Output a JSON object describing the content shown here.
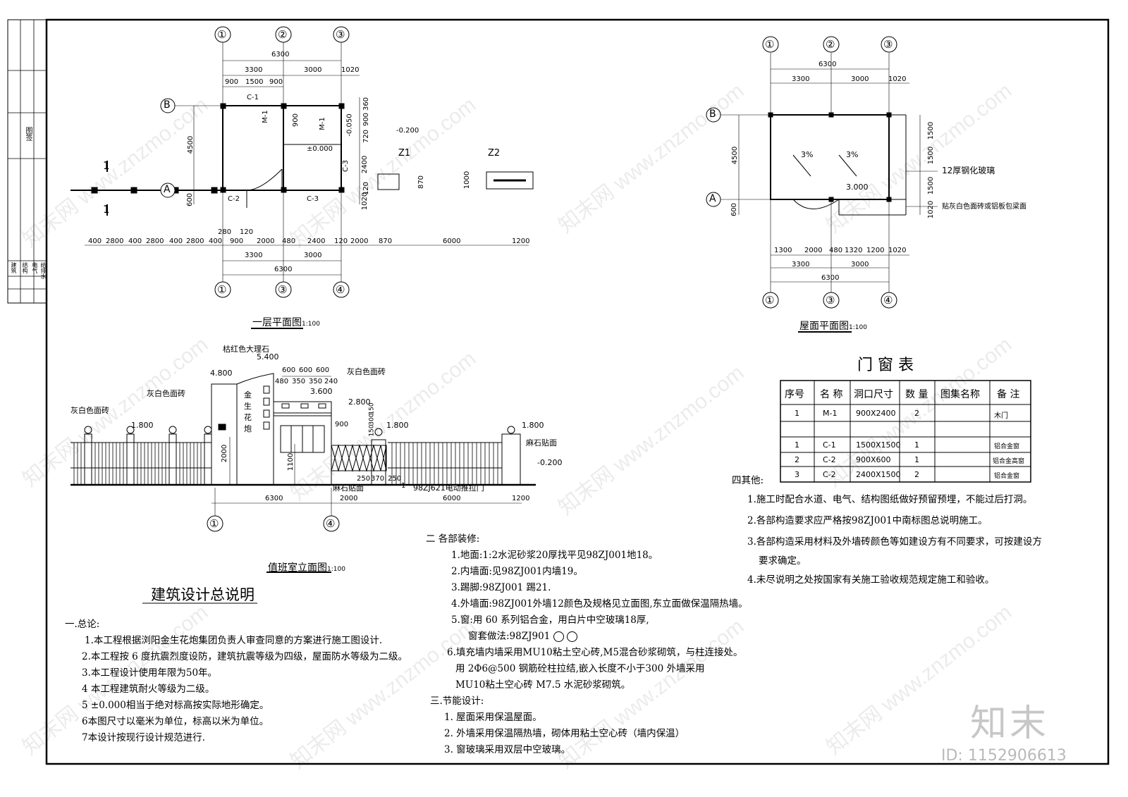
{
  "sidebar": {
    "top_label": "图签",
    "disciplines": [
      "建筑",
      "结构",
      "电气",
      "给排水"
    ]
  },
  "floor_plan": {
    "title": "一层平面图",
    "scale": "1:100",
    "axes_top": [
      "①",
      "②",
      "③"
    ],
    "axes_bottom": [
      "①",
      "③",
      "④"
    ],
    "axes_left": [
      "B",
      "A"
    ],
    "dims_top_total": "6300",
    "dims_top_mid": [
      "3300",
      "3000",
      "1020"
    ],
    "dims_top_small": [
      "900",
      "1500",
      "900"
    ],
    "dims_left": [
      "4500",
      "600"
    ],
    "dims_right": [
      "360",
      "900",
      "720",
      "2400",
      "120",
      "1020"
    ],
    "dims_bottom_row": [
      "400",
      "2800",
      "400",
      "2800",
      "400",
      "2800",
      "400",
      "900",
      "2000",
      "480",
      "2400",
      "120",
      "2000",
      "870",
      "6000",
      "1200"
    ],
    "dims_bottom_small": [
      "280",
      "120"
    ],
    "dims_bottom_mid": [
      "3300",
      "3000"
    ],
    "dims_bottom_total": "6300",
    "labels": [
      "C-1",
      "M-1",
      "M-1",
      "C-3",
      "C-2",
      "C-3",
      "±0.000",
      "-0.050",
      "-0.200",
      "Z1",
      "Z2",
      "870",
      "1000",
      "900",
      "1"
    ]
  },
  "roof_plan": {
    "title": "屋面平面图",
    "scale": "1:100",
    "axes_top": [
      "①",
      "②",
      "③"
    ],
    "axes_bottom": [
      "①",
      "③",
      "④"
    ],
    "axes_left": [
      "B",
      "A"
    ],
    "dims_top_total": "6300",
    "dims_top_mid": [
      "3300",
      "3000",
      "1020"
    ],
    "dims_left": [
      "4500",
      "600"
    ],
    "dims_right": [
      "1500",
      "1500",
      "1500",
      "1020"
    ],
    "dims_bottom_row": [
      "1300",
      "2000",
      "480",
      "1320",
      "1200",
      "1020"
    ],
    "dims_bottom_mid": [
      "3300",
      "3000"
    ],
    "dims_bottom_total": "6300",
    "slopes": [
      "3%",
      "3%"
    ],
    "elev": "3.000",
    "note_glass": "12厚钢化玻璃",
    "note_tile": "贴灰白色面砖或铝板包梁面"
  },
  "elevation": {
    "title": "值班室立面图",
    "scale": "1:100",
    "labels": {
      "marble": "枯红色大理石",
      "tile_left": "灰白色面砖",
      "tile_far": "灰白色面砖",
      "tile_right": "灰白色面砖",
      "stone1": "麻石贴面",
      "stone2": "麻石贴面",
      "gate": "98ZJ621电动推拉门",
      "sign": [
        "金",
        "生",
        "花",
        "炮"
      ]
    },
    "elevs": [
      "5.400",
      "4.800",
      "3.600",
      "2.800",
      "1.800",
      "1.800",
      "1.800",
      "-0.200"
    ],
    "dims": [
      "600",
      "600",
      "600",
      "480",
      "350",
      "350",
      "240",
      "900",
      "150",
      "300",
      "150",
      "2000",
      "1100",
      "250",
      "370",
      "250",
      "6300",
      "2000",
      "6000",
      "1200",
      "1"
    ],
    "axes": [
      "①",
      "④"
    ]
  },
  "door_window_table": {
    "title": "门 窗 表",
    "headers": [
      "序号",
      "名 称",
      "洞口尺寸",
      "数 量",
      "图集名称",
      "备 注"
    ],
    "rows": [
      [
        "1",
        "M-1",
        "900X2400",
        "2",
        "",
        "木门"
      ],
      [
        "",
        "",
        "",
        "",
        "",
        ""
      ],
      [
        "1",
        "C-1",
        "1500X1500",
        "1",
        "",
        "铝合金窗"
      ],
      [
        "2",
        "C-2",
        "900X600",
        "1",
        "",
        "铝合金高窗"
      ],
      [
        "3",
        "C-2",
        "2400X1500",
        "2",
        "",
        "铝合金窗"
      ]
    ]
  },
  "notes": {
    "main_title": "建筑设计总说明",
    "general": {
      "heading": "一.总论:",
      "items": [
        "1.本工程根据浏阳金生花炮集团负责人审查同意的方案进行施工图设计.",
        "2.本工程按 6 度抗震烈度设防，建筑抗震等级为四级，屋面防水等级为二级。",
        "3.本工程设计使用年限为50年。",
        "4 本工程建筑耐火等级为二级。",
        "5 ±0.000相当于绝对标高按实际地形确定。",
        "6本图尺寸以毫米为单位，标高以米为单位。",
        "7本设计按现行设计规范进行."
      ]
    },
    "finishes": {
      "heading": "二 各部装修:",
      "items": [
        "1.地面:1:2水泥砂浆20厚找平见98ZJ001地18。",
        "2.内墙面:见98ZJ001内墙19。",
        "3.踢脚:98ZJ001 踢21.",
        "4.外墙面:98ZJ001外墙12颜色及规格见立面图,东立面做保温隔热墙。",
        "5.窗:用 60 系列铝合金，用白片中空玻璃18厚,",
        "窗套做法:98ZJ901",
        "6.填充墙内墙采用MU10粘土空心砖,M5混合砂浆砌筑，与柱连接处。",
        "用 2Φ6@500 钢筋砼柱拉结,嵌入长度不小于300  外墙采用",
        "MU10粘土空心砖 M7.5 水泥砂浆砌筑。"
      ]
    },
    "energy": {
      "heading": "三.节能设计:",
      "items": [
        "1. 屋面采用保温屋面。",
        "2. 外墙采用保温隔热墙，砌体用粘土空心砖（墙内保温）",
        "3. 窗玻璃采用双层中空玻璃。"
      ]
    },
    "other": {
      "heading": "四其他:",
      "items": [
        "1.施工时配合水道、电气、结构图纸做好预留预埋，不能过后打洞。",
        "2.各部构造要求应严格按98ZJ001中南标图总说明施工。",
        "3.各部构造采用材料及外墙砖颜色等如建设方有不同要求，可按建设方",
        "要求确定。",
        "4.未尽说明之处按国家有关施工验收规范规定施工和验收。"
      ]
    }
  },
  "watermark": {
    "logo": "知末",
    "id": "ID: 1152906613",
    "tile": "知末网 www.znzmo.com"
  }
}
